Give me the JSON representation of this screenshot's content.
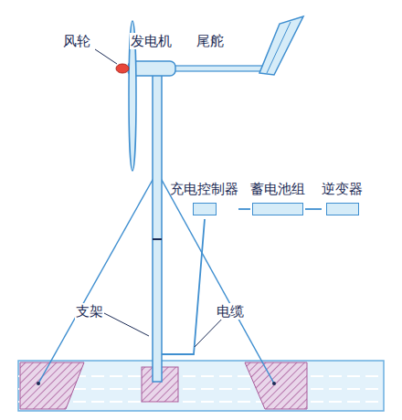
{
  "diagram": {
    "nodes": [
      {
        "text": [
          "充电控制器"
        ]
      },
      {
        "text": [
          "蓄电池组"
        ]
      },
      {
        "text": [
          "逆变器"
        ]
      }
    ],
    "edges": [
      {
        "from": 0,
        "to": 1,
        "arrow": "none"
      },
      {
        "from": 1,
        "to": 2,
        "arrow": "none"
      }
    ],
    "labels": [
      "风轮",
      "发电机",
      "尾舵",
      "支架",
      "电缆"
    ]
  }
}
